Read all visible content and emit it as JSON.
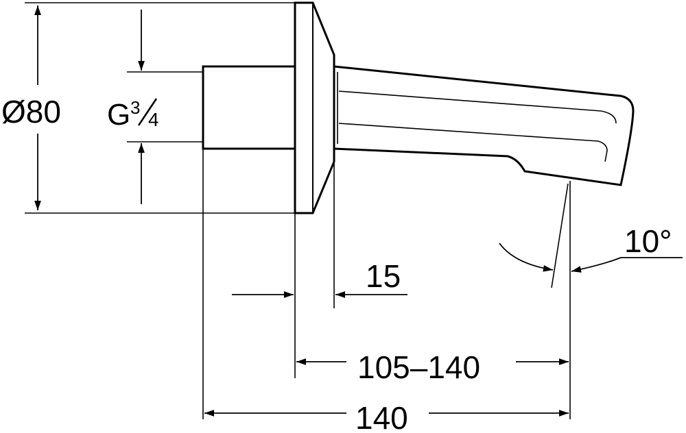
{
  "dimensions": {
    "diameter": "Ø80",
    "thread": "G",
    "thread_fraction_num": "3",
    "thread_fraction_den": "4",
    "flange": "15",
    "projection_range": "105–140",
    "total_length": "140",
    "angle": "10°"
  }
}
